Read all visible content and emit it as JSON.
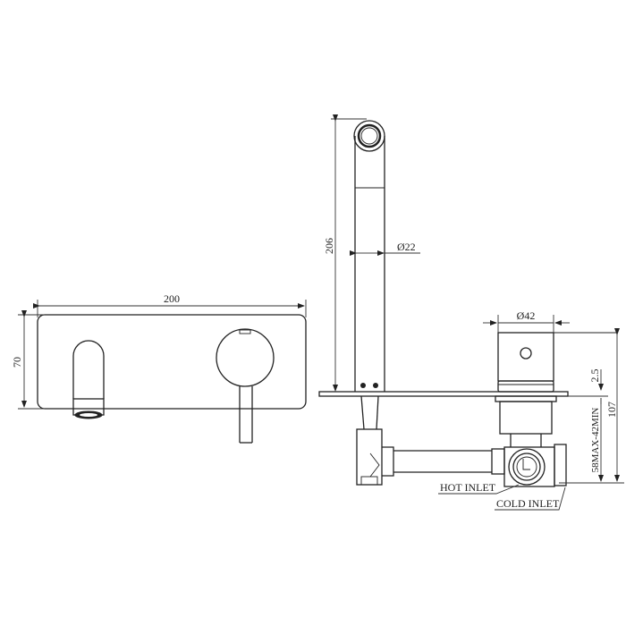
{
  "drawing": {
    "front_view": {
      "width_dim": "200",
      "height_dim": "70"
    },
    "side_view": {
      "spout_length_dim": "206",
      "spout_diameter_dim": "Ø22",
      "handle_diameter_dim": "Ø42",
      "plate_thickness_dim": "2.5",
      "wall_depth_dim": "58MAX-42MIN",
      "total_depth_dim": "107",
      "hot_inlet_label": "HOT INLET",
      "cold_inlet_label": "COLD INLET"
    },
    "colors": {
      "line": "#222222",
      "background": "#ffffff"
    }
  }
}
